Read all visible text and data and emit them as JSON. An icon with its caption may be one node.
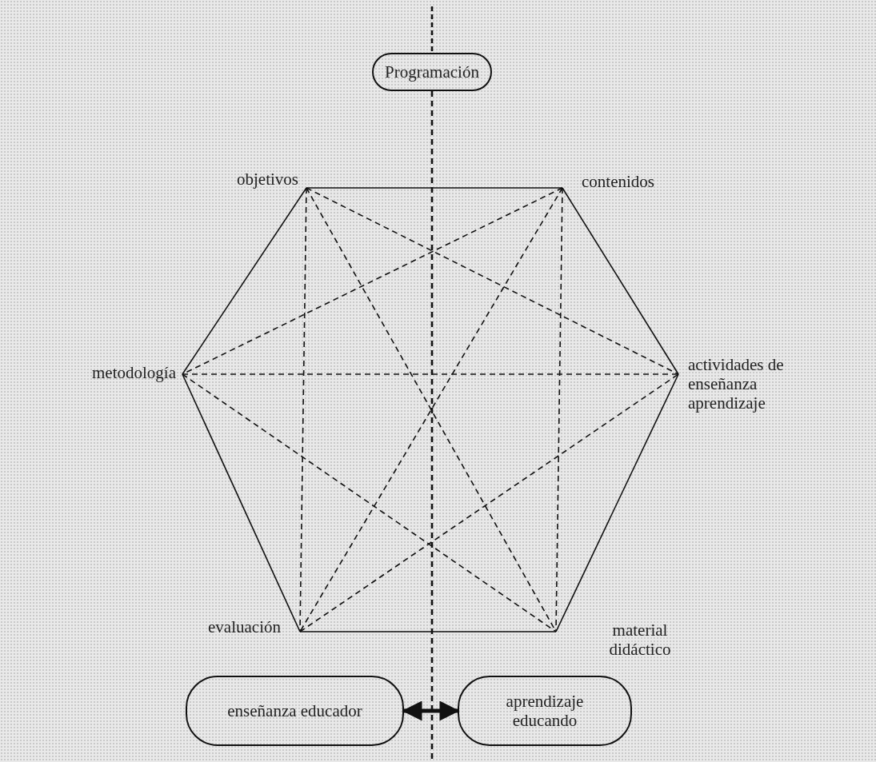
{
  "diagram": {
    "nodes": [
      {
        "text": [
          "Programación"
        ]
      },
      {
        "text": [
          "objetivos"
        ]
      },
      {
        "text": [
          "contenidos"
        ]
      },
      {
        "text": [
          "metodología"
        ]
      },
      {
        "text": [
          "actividades de enseñanza aprendizaje"
        ]
      },
      {
        "text": [
          "evaluación"
        ]
      },
      {
        "text": [
          "material didáctico"
        ]
      },
      {
        "text": [
          "enseñanza educador"
        ]
      },
      {
        "text": [
          "aprendizaje educando"
        ]
      }
    ],
    "edges": [
      {
        "from": 1,
        "to": 2,
        "arrow": "none"
      },
      {
        "from": 2,
        "to": 4,
        "arrow": "none"
      },
      {
        "from": 4,
        "to": 6,
        "arrow": "none"
      },
      {
        "from": 6,
        "to": 5,
        "arrow": "none"
      },
      {
        "from": 5,
        "to": 3,
        "arrow": "none"
      },
      {
        "from": 3,
        "to": 1,
        "arrow": "none"
      },
      {
        "from": 1,
        "to": 4,
        "arrow": "none",
        "style": "dashed"
      },
      {
        "from": 1,
        "to": 6,
        "arrow": "none",
        "style": "dashed"
      },
      {
        "from": 1,
        "to": 5,
        "arrow": "none",
        "style": "dashed"
      },
      {
        "from": 2,
        "to": 3,
        "arrow": "none",
        "style": "dashed"
      },
      {
        "from": 2,
        "to": 5,
        "arrow": "none",
        "style": "dashed"
      },
      {
        "from": 2,
        "to": 6,
        "arrow": "none",
        "style": "dashed"
      },
      {
        "from": 3,
        "to": 4,
        "arrow": "none",
        "style": "dashed"
      },
      {
        "from": 3,
        "to": 6,
        "arrow": "none",
        "style": "dashed"
      },
      {
        "from": 5,
        "to": 4,
        "arrow": "none",
        "style": "dashed"
      },
      {
        "from": 7,
        "to": 8,
        "arrow": "both",
        "style": "thick"
      },
      {
        "from": 0,
        "to": null,
        "arrow": "none",
        "style": "dashed"
      }
    ]
  }
}
